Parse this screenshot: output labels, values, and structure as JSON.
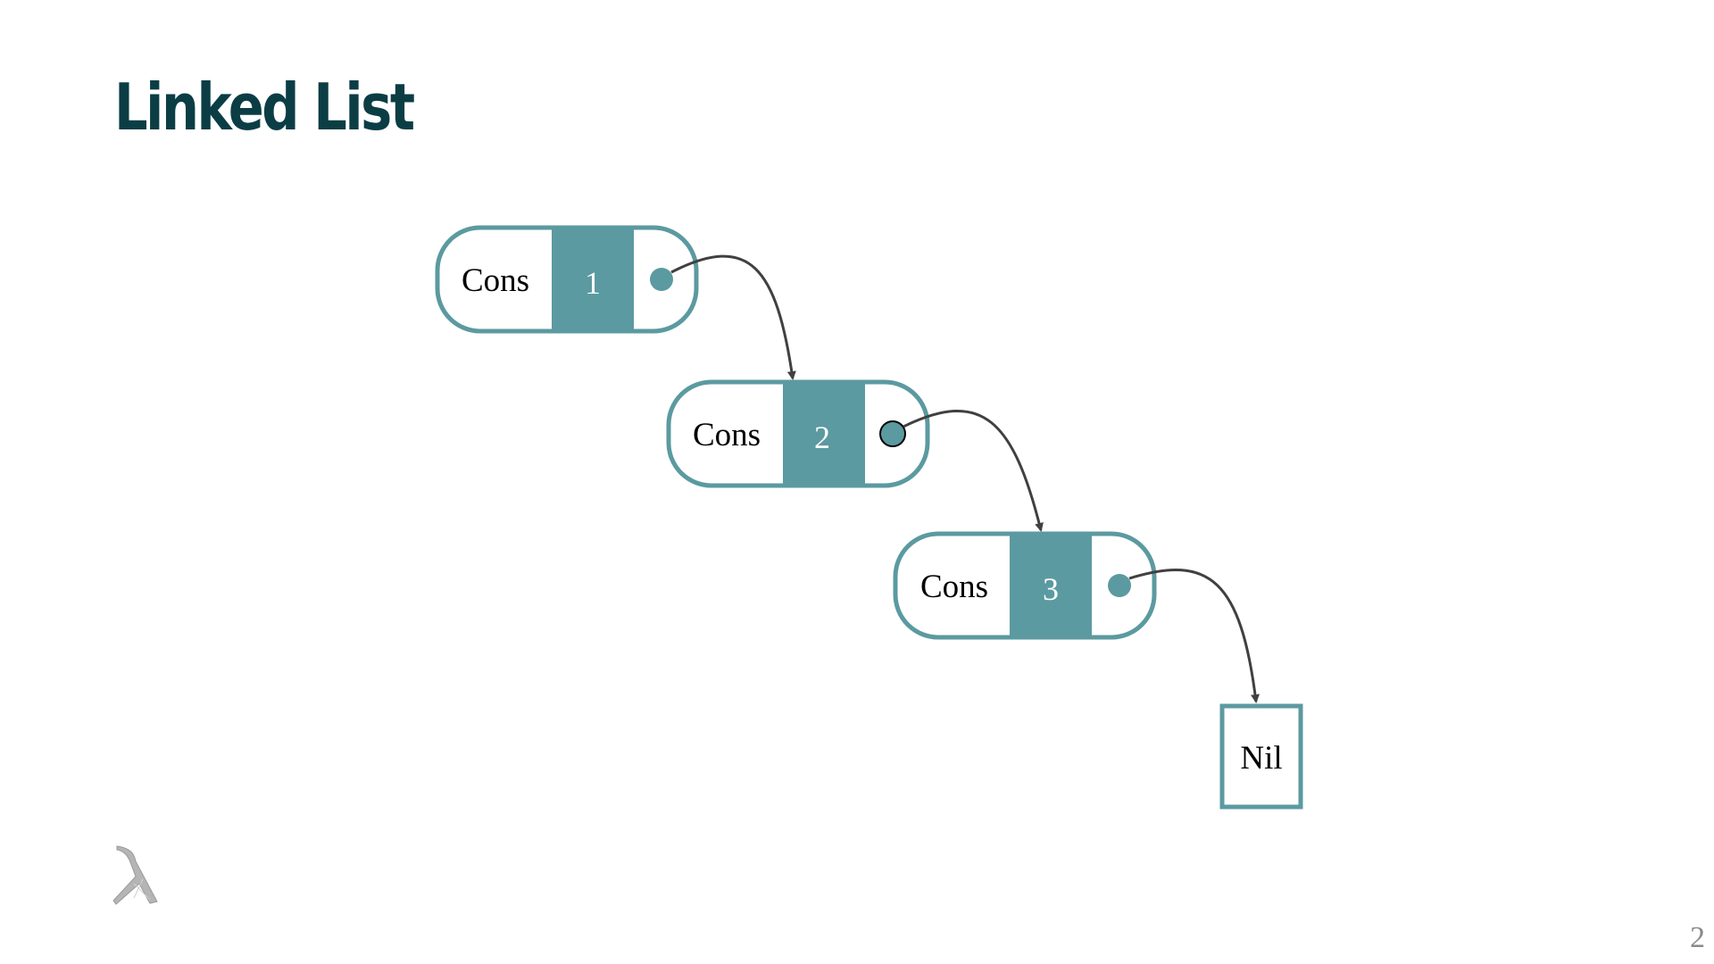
{
  "slide": {
    "title": "Linked List",
    "page_number": "2"
  },
  "diagram": {
    "nodes": [
      {
        "kind": "Cons",
        "label": "Cons",
        "value": "1"
      },
      {
        "kind": "Cons",
        "label": "Cons",
        "value": "2"
      },
      {
        "kind": "Cons",
        "label": "Cons",
        "value": "3"
      },
      {
        "kind": "Nil",
        "label": "Nil"
      }
    ],
    "links": [
      {
        "from": "1",
        "to": "2"
      },
      {
        "from": "2",
        "to": "3"
      },
      {
        "from": "3",
        "to": "Nil"
      }
    ],
    "colors": {
      "accent": "#5b9aa0",
      "title": "#0b3d45",
      "arrow": "#404040"
    }
  },
  "logo": {
    "icon": "lambda-logo-icon"
  }
}
